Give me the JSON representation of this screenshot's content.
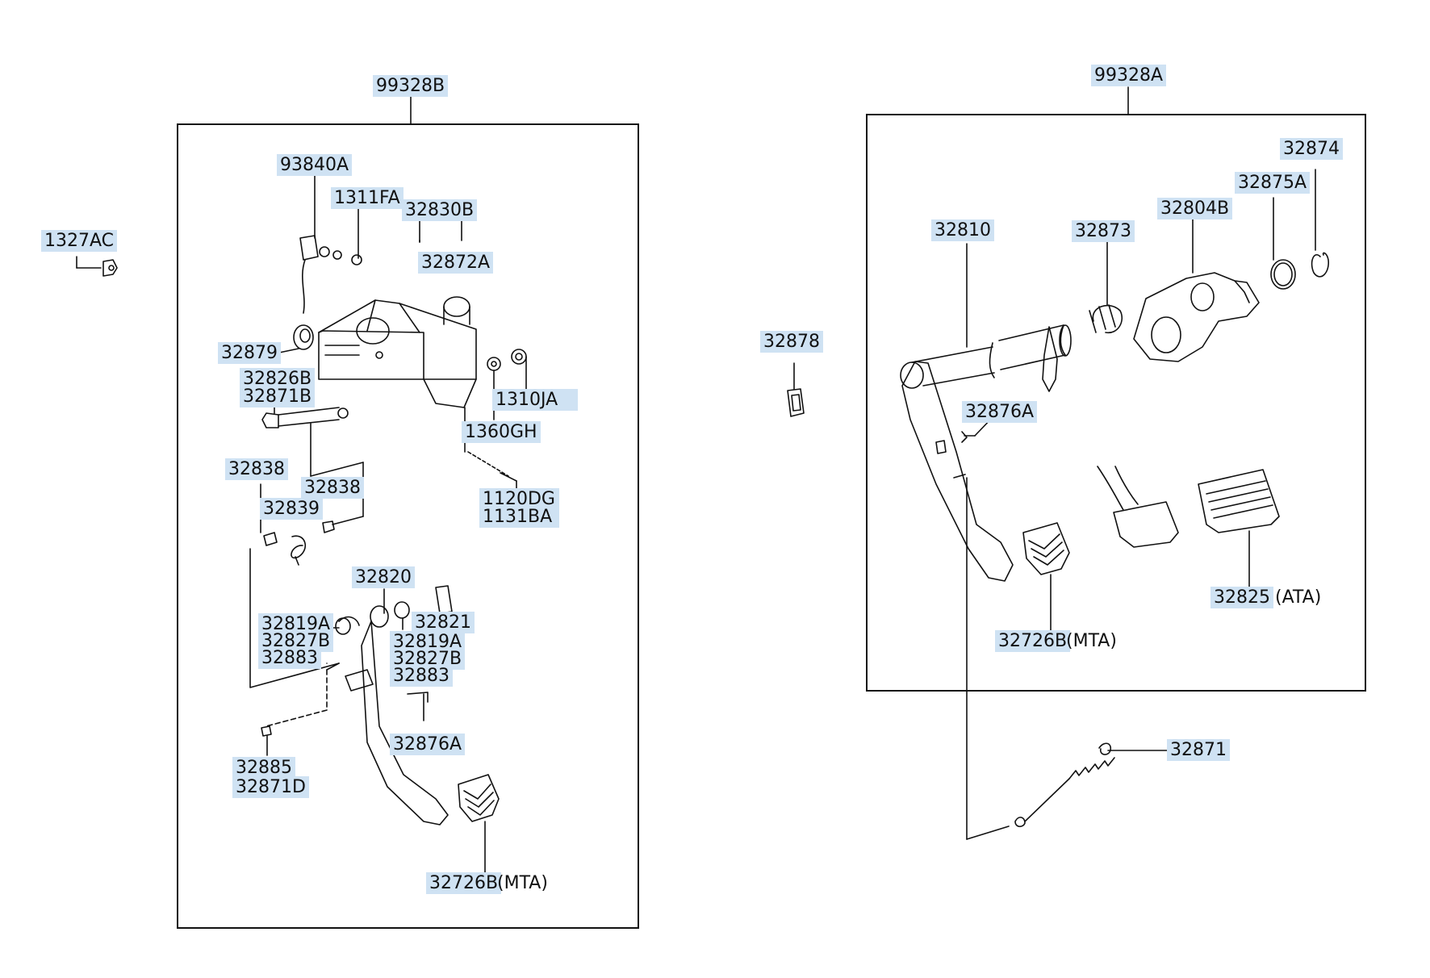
{
  "left_group": {
    "assembly": "99328B",
    "parts": {
      "p93840A": "93840A",
      "p1311FA": "1311FA",
      "p32830B": "32830B",
      "p32872A": "32872A",
      "p32879": "32879",
      "p32826B": "32826B",
      "p32871B": "32871B",
      "p1310JA": "1310JA",
      "p1360GH": "1360GH",
      "p1120DG": "1120DG",
      "p1131BA": "1131BA",
      "p32838a": "32838",
      "p32838b": "32838",
      "p32839": "32839",
      "p32820": "32820",
      "p32821": "32821",
      "p32819A_a": "32819A",
      "p32827B_a": "32827B",
      "p32883_a": "32883",
      "p32819A_b": "32819A",
      "p32827B_b": "32827B",
      "p32883_b": "32883",
      "p32876A": "32876A",
      "p32885": "32885",
      "p32871D": "32871D",
      "p32726B": "32726B",
      "p32726B_suffix": "(MTA)"
    }
  },
  "outside_parts": {
    "p1327AC": "1327AC",
    "p32878": "32878",
    "p32871": "32871"
  },
  "right_group": {
    "assembly": "99328A",
    "parts": {
      "p32874": "32874",
      "p32875A": "32875A",
      "p32804B": "32804B",
      "p32873": "32873",
      "p32810": "32810",
      "p32876A": "32876A",
      "p32825": "32825",
      "p32825_suffix": "(ATA)",
      "p32726B": "32726B",
      "p32726B_suffix": "(MTA)"
    }
  },
  "colors": {
    "label_highlight": "#cfe2f3",
    "line": "#111111"
  }
}
